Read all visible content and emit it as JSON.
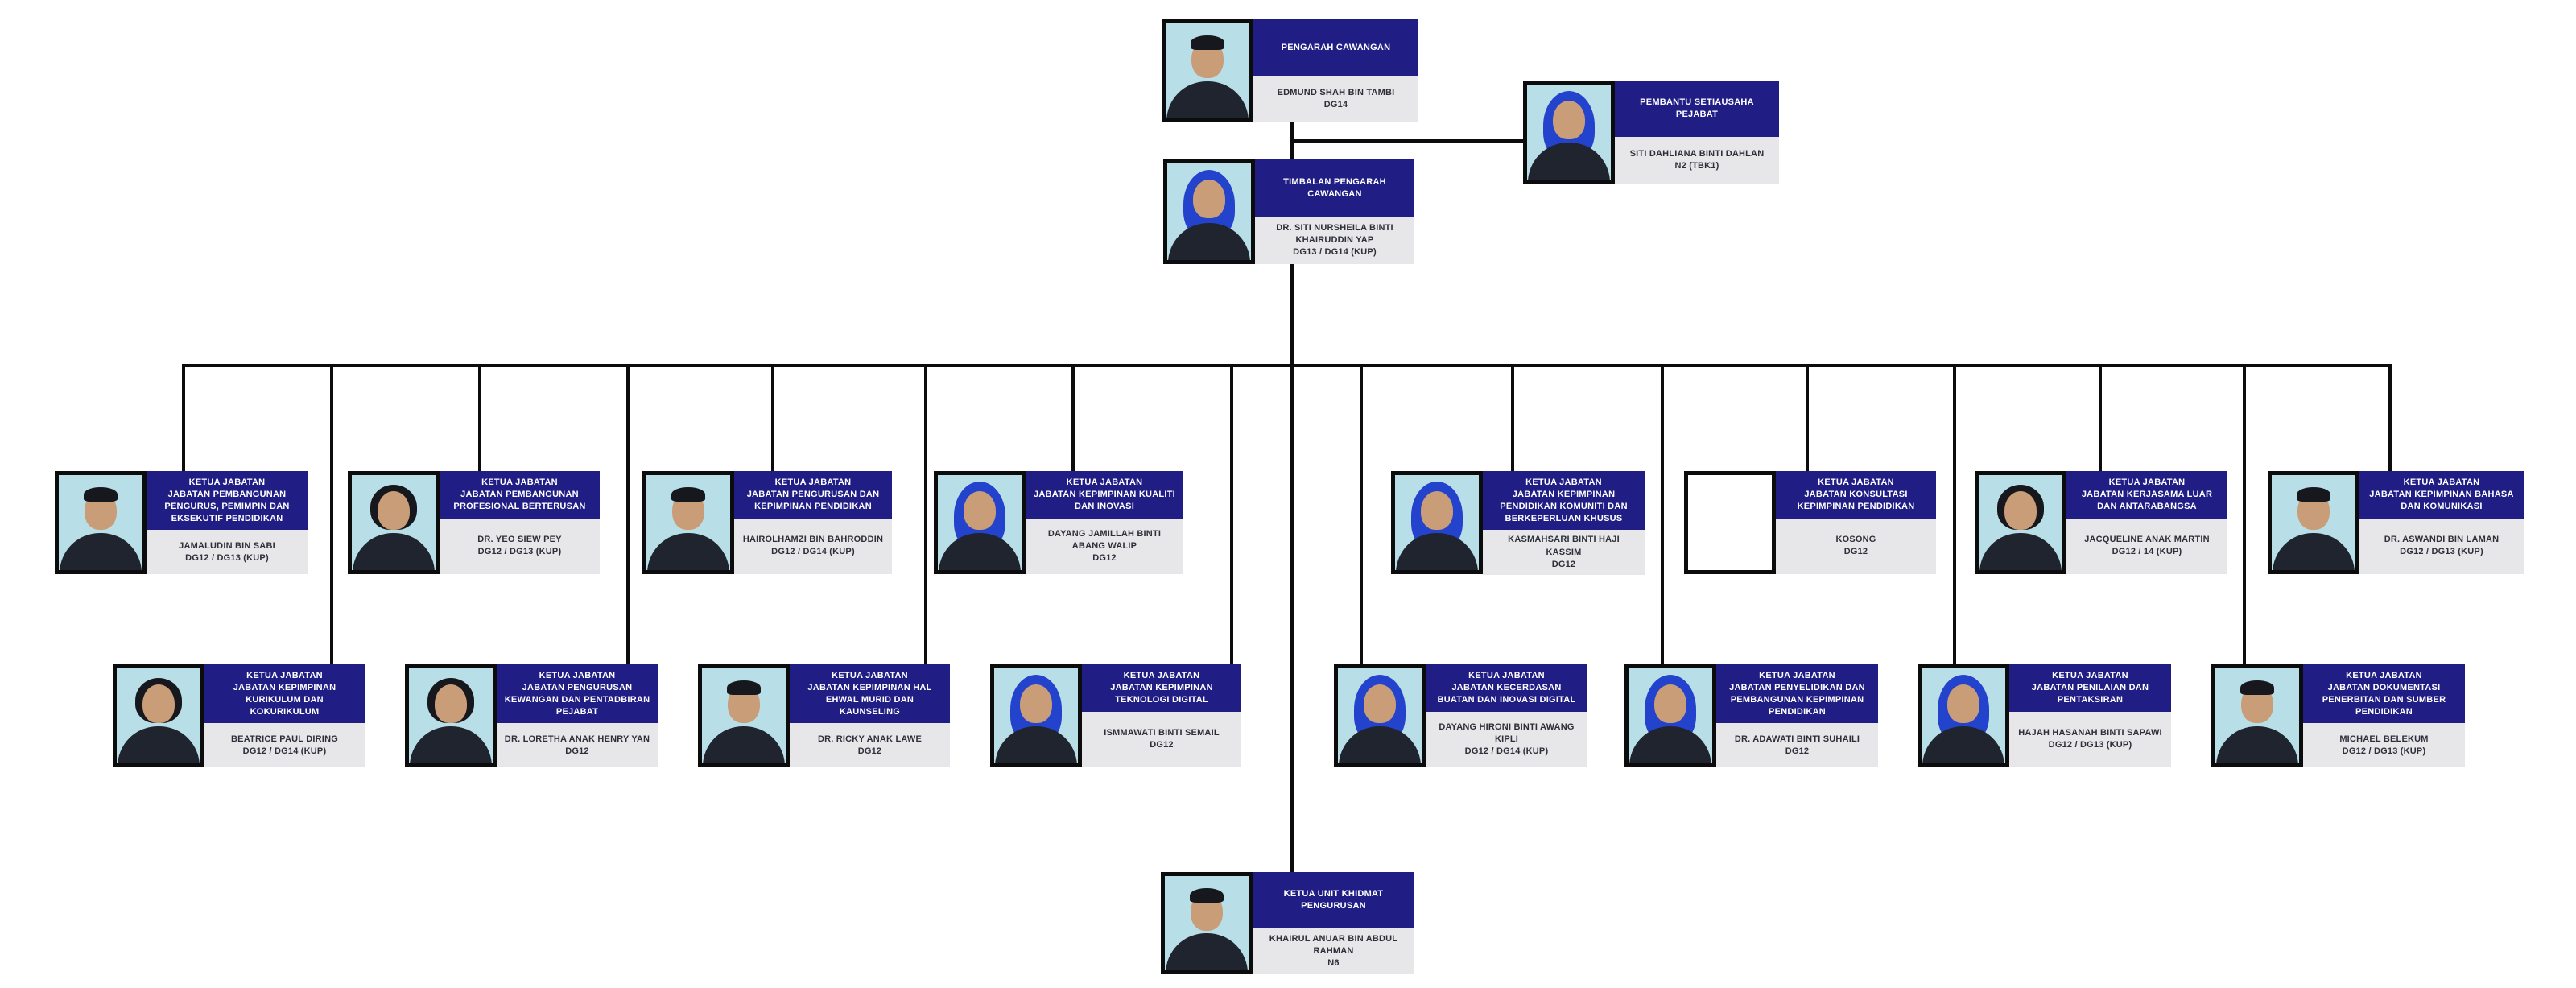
{
  "colors": {
    "title_navy": "#201e85",
    "name_gray": "#e7e7ea",
    "photo_background_blue": "#b8dfe8",
    "photo_background_vacant": "#ffffff",
    "connector_black": "#0c0c0c",
    "hijab_blue": "#2443cd"
  },
  "cards": [
    {
      "role": "PENGARAH CAWANGAN",
      "dept": "",
      "name": "EDMUND SHAH BIN TAMBI",
      "grade": "DG14",
      "photo": "man"
    },
    {
      "role": "PEMBANTU SETIAUSAHA PEJABAT",
      "dept": "",
      "name": "SITI DAHLIANA BINTI DAHLAN",
      "grade": "N2 (TBK1)",
      "photo": "hijab"
    },
    {
      "role": "TIMBALAN PENGARAH CAWANGAN",
      "dept": "",
      "name": "DR. SITI NURSHEILA BINTI KHAIRUDDIN YAP",
      "grade": "DG13 / DG14 (KUP)",
      "photo": "hijab"
    },
    {
      "role": "KETUA JABATAN",
      "dept": "JABATAN PEMBANGUNAN PENGURUS, PEMIMPIN DAN EKSEKUTIF PENDIDIKAN",
      "name": "JAMALUDIN BIN SABI",
      "grade": "DG12 / DG13 (KUP)",
      "photo": "man"
    },
    {
      "role": "KETUA JABATAN",
      "dept": "JABATAN PEMBANGUNAN PROFESIONAL BERTERUSAN",
      "name": "DR. YEO SIEW PEY",
      "grade": "DG12 / DG13 (KUP)",
      "photo": "woman"
    },
    {
      "role": "KETUA JABATAN",
      "dept": "JABATAN PENGURUSAN DAN KEPIMPINAN PENDIDIKAN",
      "name": "HAIROLHAMZI BIN BAHRODDIN",
      "grade": "DG12 / DG14 (KUP)",
      "photo": "man"
    },
    {
      "role": "KETUA JABATAN",
      "dept": "JABATAN KEPIMPINAN KUALITI DAN INOVASI",
      "name": "DAYANG JAMILLAH BINTI ABANG WALIP",
      "grade": "DG12",
      "photo": "hijab"
    },
    {
      "role": "KETUA JABATAN",
      "dept": "JABATAN KEPIMPINAN PENDIDIKAN KOMUNITI DAN BERKEPERLUAN KHUSUS",
      "name": "KASMAHSARI BINTI HAJI KASSIM",
      "grade": "DG12",
      "photo": "hijab"
    },
    {
      "role": "KETUA JABATAN",
      "dept": "JABATAN KONSULTASI KEPIMPINAN PENDIDIKAN",
      "name": "KOSONG",
      "grade": "DG12",
      "photo": "empty"
    },
    {
      "role": "KETUA JABATAN",
      "dept": "JABATAN KERJASAMA LUAR DAN ANTARABANGSA",
      "name": "JACQUELINE ANAK MARTIN",
      "grade": "DG12 / 14 (KUP)",
      "photo": "woman"
    },
    {
      "role": "KETUA JABATAN",
      "dept": "JABATAN KEPIMPINAN BAHASA DAN KOMUNIKASI",
      "name": "DR. ASWANDI BIN LAMAN",
      "grade": "DG12 / DG13 (KUP)",
      "photo": "man"
    },
    {
      "role": "KETUA JABATAN",
      "dept": "JABATAN KEPIMPINAN KURIKULUM DAN KOKURIKULUM",
      "name": "BEATRICE PAUL DIRING",
      "grade": "DG12 / DG14 (KUP)",
      "photo": "woman"
    },
    {
      "role": "KETUA JABATAN",
      "dept": "JABATAN PENGURUSAN KEWANGAN DAN PENTADBIRAN PEJABAT",
      "name": "DR. LORETHA ANAK HENRY YAN",
      "grade": "DG12",
      "photo": "woman"
    },
    {
      "role": "KETUA JABATAN",
      "dept": "JABATAN KEPIMPINAN HAL EHWAL MURID DAN KAUNSELING",
      "name": "DR. RICKY ANAK LAWE",
      "grade": "DG12",
      "photo": "man"
    },
    {
      "role": "KETUA JABATAN",
      "dept": "JABATAN KEPIMPINAN TEKNOLOGI DIGITAL",
      "name": "ISMMAWATI BINTI SEMAIL",
      "grade": "DG12",
      "photo": "hijab"
    },
    {
      "role": "KETUA JABATAN",
      "dept": "JABATAN KECERDASAN BUATAN DAN INOVASI DIGITAL",
      "name": "DAYANG HIRONI BINTI AWANG KIPLI",
      "grade": "DG12 / DG14 (KUP)",
      "photo": "hijab"
    },
    {
      "role": "KETUA JABATAN",
      "dept": "JABATAN PENYELIDIKAN DAN PEMBANGUNAN KEPIMPINAN PENDIDIKAN",
      "name": "DR. ADAWATI BINTI SUHAILI",
      "grade": "DG12",
      "photo": "hijab"
    },
    {
      "role": "KETUA JABATAN",
      "dept": "JABATAN PENILAIAN DAN PENTAKSIRAN",
      "name": "HAJAH HASANAH BINTI SAPAWI",
      "grade": "DG12 / DG13 (KUP)",
      "photo": "hijab"
    },
    {
      "role": "KETUA JABATAN",
      "dept": "JABATAN DOKUMENTASI PENERBITAN DAN SUMBER PENDIDIKAN",
      "name": "MICHAEL BELEKUM",
      "grade": "DG12 / DG13 (KUP)",
      "photo": "man"
    },
    {
      "role": "KETUA UNIT KHIDMAT PENGURUSAN",
      "dept": "",
      "name": "KHAIRUL ANUAR BIN ABDUL RAHMAN",
      "grade": "N6",
      "photo": "man"
    }
  ]
}
